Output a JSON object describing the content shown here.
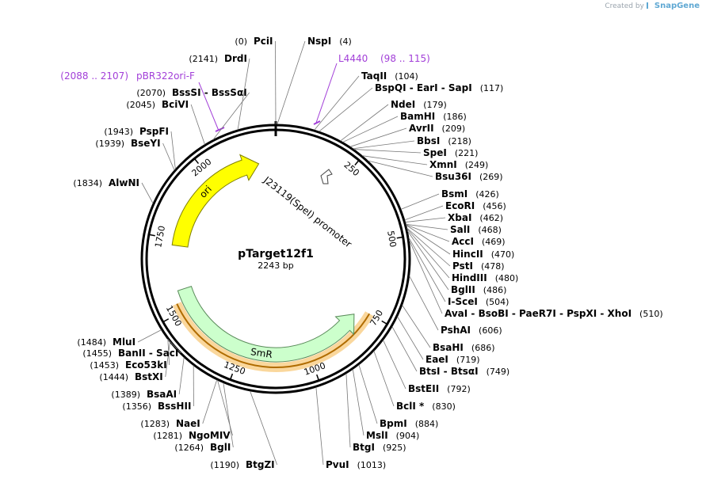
{
  "branding": {
    "created_by": "Created by",
    "app_name": "SnapGene"
  },
  "plasmid": {
    "name": "pTarget12f1",
    "size_label": "2243 bp",
    "length": 2243
  },
  "ticks": [
    "250",
    "500",
    "750",
    "1000",
    "1250",
    "1500",
    "1750",
    "2000"
  ],
  "features": [
    {
      "key": "ori",
      "label": "ori",
      "start": 1730,
      "end": 2180,
      "color": "#ffff00",
      "stroke": "#808000",
      "direction": "cw"
    },
    {
      "key": "smr",
      "label": "SmR",
      "start": 780,
      "end": 1570,
      "color": "#ccffcc",
      "stroke": "#5a8a5a",
      "direction": "ccw"
    },
    {
      "key": "promoter",
      "label": "J23119(SpeI) promoter",
      "start": 190,
      "end": 225,
      "color": "#ffffff",
      "stroke": "#444444",
      "direction": "cw"
    }
  ],
  "highlight": {
    "start": 750,
    "end": 1530,
    "color": "#f5a623"
  },
  "primer_features": [
    {
      "key": "l4440",
      "name": "L4440",
      "range": "(98 .. 115)"
    },
    {
      "key": "pbr322",
      "name": "pBR322ori-F",
      "range": "(2088 .. 2107)"
    }
  ],
  "sites": [
    {
      "key": "pcii",
      "pos": "(0)",
      "name": "PciI"
    },
    {
      "key": "nspi",
      "pos": "(4)",
      "name": "NspI"
    },
    {
      "key": "taqii",
      "pos": "(104)",
      "name": "TaqII"
    },
    {
      "key": "bspqi",
      "pos": "(117)",
      "name": "BspQI  -  EarI  -  SapI"
    },
    {
      "key": "ndei",
      "pos": "(179)",
      "name": "NdeI"
    },
    {
      "key": "bamhi",
      "pos": "(186)",
      "name": "BamHI"
    },
    {
      "key": "avrii",
      "pos": "(209)",
      "name": "AvrII"
    },
    {
      "key": "bbsi",
      "pos": "(218)",
      "name": "BbsI"
    },
    {
      "key": "spei",
      "pos": "(221)",
      "name": "SpeI"
    },
    {
      "key": "xmni",
      "pos": "(249)",
      "name": "XmnI"
    },
    {
      "key": "bsu36i",
      "pos": "(269)",
      "name": "Bsu36I"
    },
    {
      "key": "bsmi",
      "pos": "(426)",
      "name": "BsmI"
    },
    {
      "key": "ecori",
      "pos": "(456)",
      "name": "EcoRI"
    },
    {
      "key": "xbai",
      "pos": "(462)",
      "name": "XbaI"
    },
    {
      "key": "sali",
      "pos": "(468)",
      "name": "SalI"
    },
    {
      "key": "acci",
      "pos": "(469)",
      "name": "AccI"
    },
    {
      "key": "hincii",
      "pos": "(470)",
      "name": "HincII"
    },
    {
      "key": "psti",
      "pos": "(478)",
      "name": "PstI"
    },
    {
      "key": "hindiii",
      "pos": "(480)",
      "name": "HindIII"
    },
    {
      "key": "bglii",
      "pos": "(486)",
      "name": "BglII"
    },
    {
      "key": "iscei",
      "pos": "(504)",
      "name": "I-SceI"
    },
    {
      "key": "avai",
      "pos": "(510)",
      "name": "AvaI  -  BsoBI  -  PaeR7I  -  PspXI  -  XhoI"
    },
    {
      "key": "pshai",
      "pos": "(606)",
      "name": "PshAI"
    },
    {
      "key": "bsahi",
      "pos": "(686)",
      "name": "BsaHI"
    },
    {
      "key": "eaei",
      "pos": "(719)",
      "name": "EaeI"
    },
    {
      "key": "btsi",
      "pos": "(749)",
      "name": "BtsI  -  BtsαI"
    },
    {
      "key": "bsteii",
      "pos": "(792)",
      "name": "BstEII"
    },
    {
      "key": "bcli",
      "pos": "(830)",
      "name": "BclI *"
    },
    {
      "key": "bpmi",
      "pos": "(884)",
      "name": "BpmI"
    },
    {
      "key": "msli",
      "pos": "(904)",
      "name": "MslI"
    },
    {
      "key": "btgi",
      "pos": "(925)",
      "name": "BtgI"
    },
    {
      "key": "pvui",
      "pos": "(1013)",
      "name": "PvuI"
    },
    {
      "key": "btgzi",
      "pos": "(1190)",
      "name": "BtgZI"
    },
    {
      "key": "bgli",
      "pos": "(1264)",
      "name": "BglI"
    },
    {
      "key": "ngomiv",
      "pos": "(1281)",
      "name": "NgoMIV"
    },
    {
      "key": "naei",
      "pos": "(1283)",
      "name": "NaeI"
    },
    {
      "key": "bsshii",
      "pos": "(1356)",
      "name": "BssHII"
    },
    {
      "key": "bsaai",
      "pos": "(1389)",
      "name": "BsaAI"
    },
    {
      "key": "bstxi",
      "pos": "(1444)",
      "name": "BstXI"
    },
    {
      "key": "eco53ki",
      "pos": "(1453)",
      "name": "Eco53kI"
    },
    {
      "key": "banii",
      "pos": "(1455)",
      "name": "BanII  -  SacI"
    },
    {
      "key": "mlui",
      "pos": "(1484)",
      "name": "MluI"
    },
    {
      "key": "alwni",
      "pos": "(1834)",
      "name": "AlwNI"
    },
    {
      "key": "bseyi",
      "pos": "(1939)",
      "name": "BseYI"
    },
    {
      "key": "pspfi",
      "pos": "(1943)",
      "name": "PspFI"
    },
    {
      "key": "bcivi",
      "pos": "(2045)",
      "name": "BciVI"
    },
    {
      "key": "bsssi",
      "pos": "(2070)",
      "name": "BssSI  -  BssSαI"
    },
    {
      "key": "drdi",
      "pos": "(2141)",
      "name": "DrdI"
    }
  ]
}
